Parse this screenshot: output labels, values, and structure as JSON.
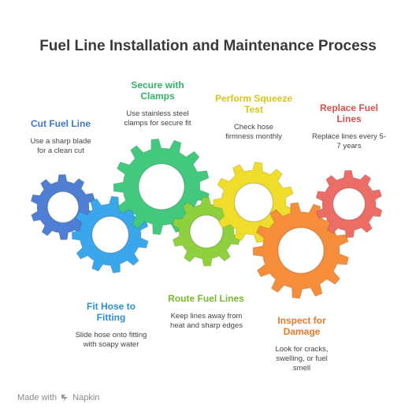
{
  "title": "Fuel Line Installation and Maintenance Process",
  "steps": [
    {
      "title": "Cut Fuel Line",
      "desc": "Use a sharp blade for a clean cut",
      "color": "#3f77c7",
      "gear": "#4f7fd4"
    },
    {
      "title": "Fit Hose to Fitting",
      "desc": "Slide hose onto fitting with soapy water",
      "color": "#2b8fd6",
      "gear": "#3aa7ec"
    },
    {
      "title": "Secure with Clamps",
      "desc": "Use stainless steel clamps for secure fit",
      "color": "#2fb36a",
      "gear": "#43c97e"
    },
    {
      "title": "Route Fuel Lines",
      "desc": "Keep lines away from heat and sharp edges",
      "color": "#7ab82c",
      "gear": "#8ed03e"
    },
    {
      "title": "Perform Squeeze Test",
      "desc": "Check hose firmness monthly",
      "color": "#d8c41a",
      "gear": "#f0dc2a"
    },
    {
      "title": "Inspect for Damage",
      "desc": "Look for cracks, swelling, or fuel smell",
      "color": "#e6782a",
      "gear": "#f58d3a"
    },
    {
      "title": "Replace Fuel Lines",
      "desc": "Replace lines every 5-7 years",
      "color": "#d9514c",
      "gear": "#ec6d66"
    }
  ],
  "footer": {
    "made_with": "Made with",
    "brand": "Napkin"
  }
}
